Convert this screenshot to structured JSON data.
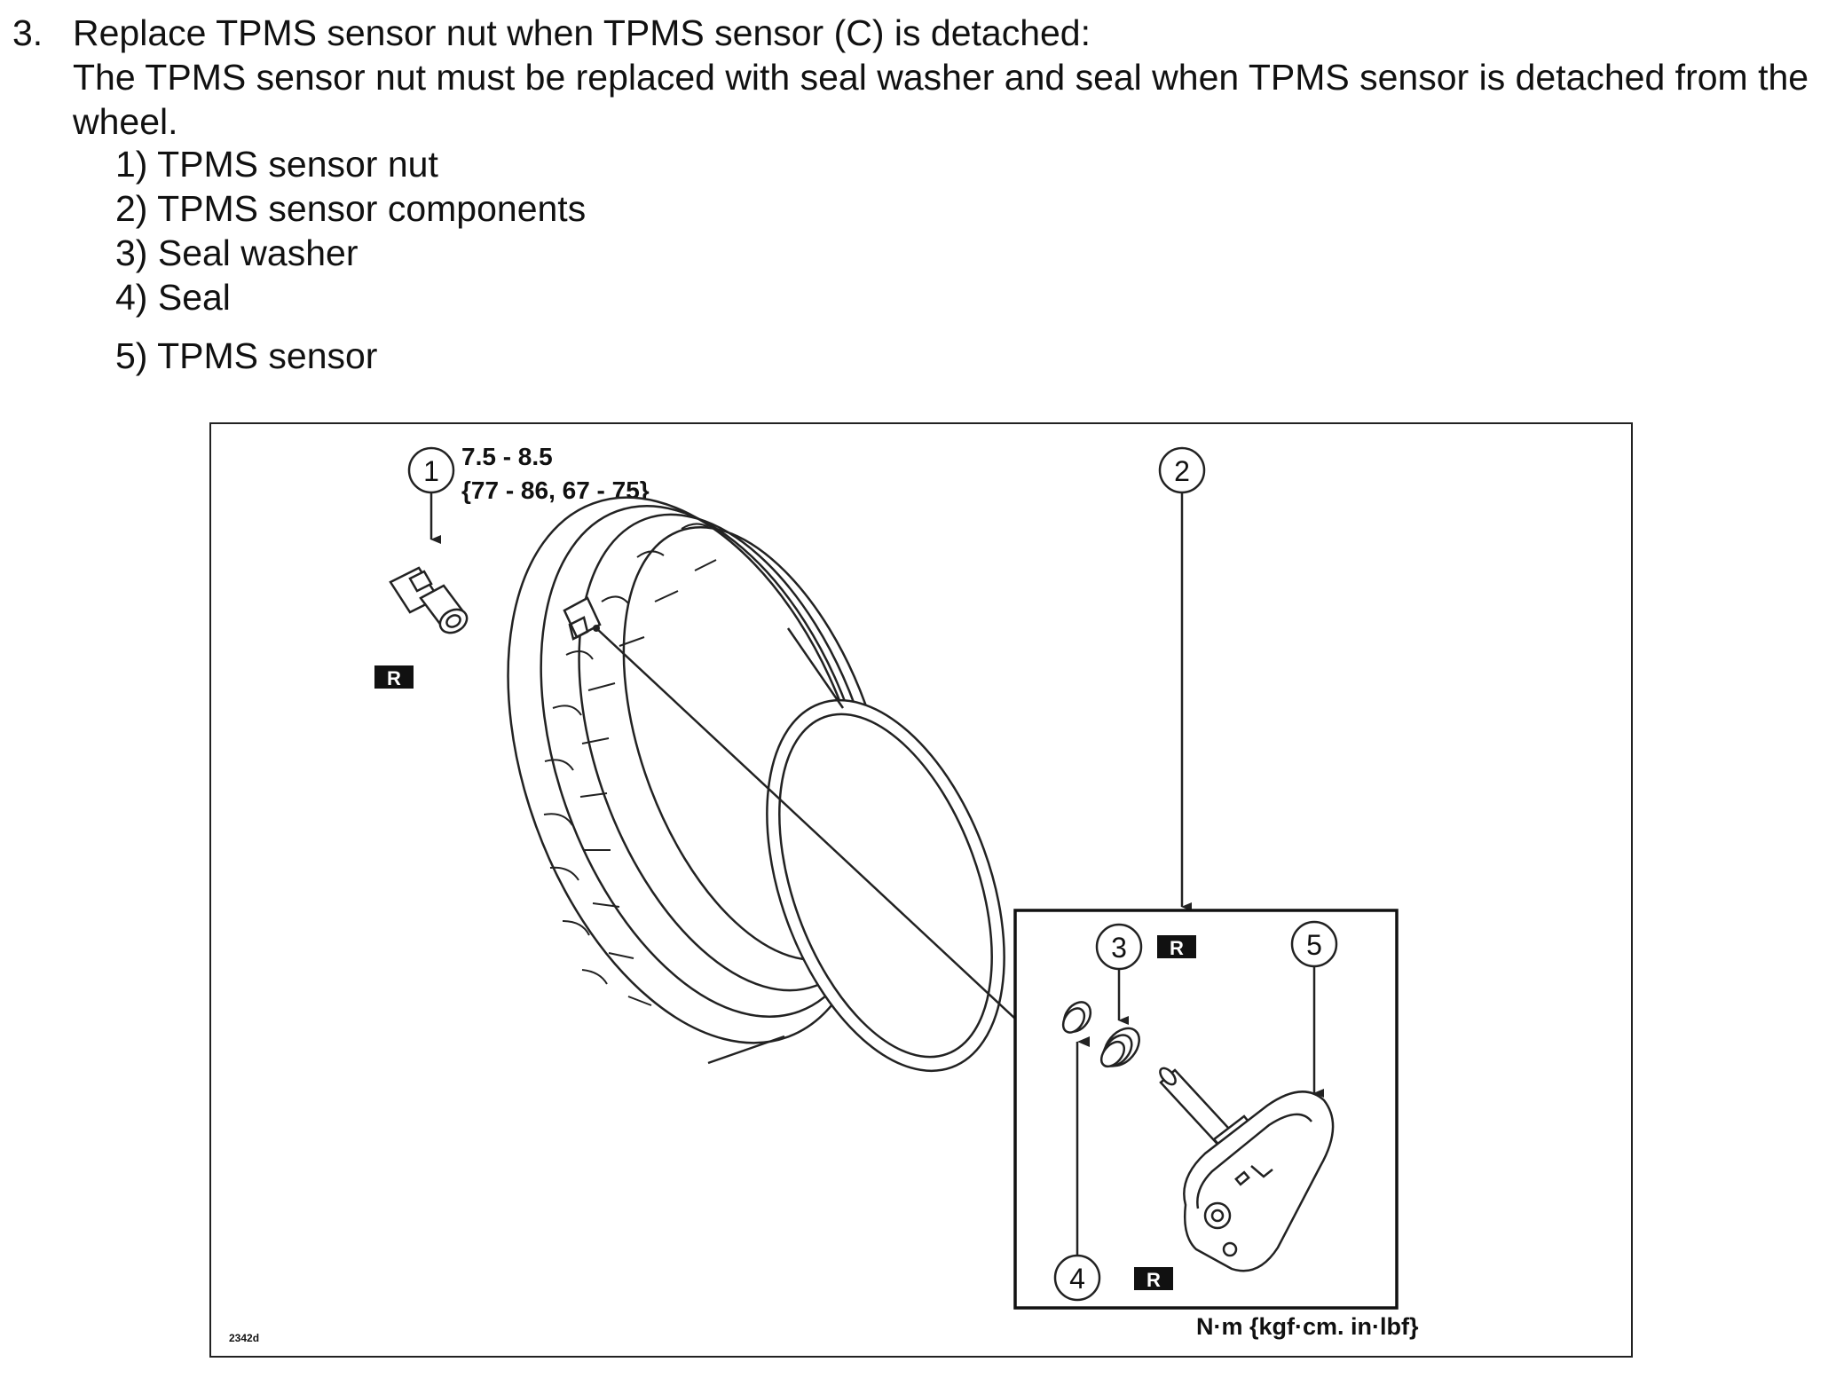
{
  "step": {
    "number": "3.",
    "title": "Replace TPMS sensor nut when TPMS sensor (C) is detached:",
    "description": "The TPMS sensor nut must be replaced with seal washer and seal when TPMS sensor is detached from the wheel."
  },
  "parts": [
    "1) TPMS sensor nut",
    "2) TPMS sensor components",
    "3) Seal washer",
    "4) Seal",
    "5) TPMS sensor"
  ],
  "figure": {
    "callouts": [
      "1",
      "2",
      "3",
      "4",
      "5"
    ],
    "torque_value": "7.5 - 8.5",
    "torque_alt": "{77 - 86, 67 - 75}",
    "replace_mark": "R",
    "units": "N·m {kgf·cm. in·lbf}",
    "figure_id": "2342d"
  },
  "colors": {
    "line": "#222222",
    "background": "#ffffff"
  },
  "icons": [
    "tire-wheel-illustration",
    "sensor-nut-icon",
    "tpms-sensor-icon",
    "seal-icon",
    "seal-washer-icon"
  ]
}
